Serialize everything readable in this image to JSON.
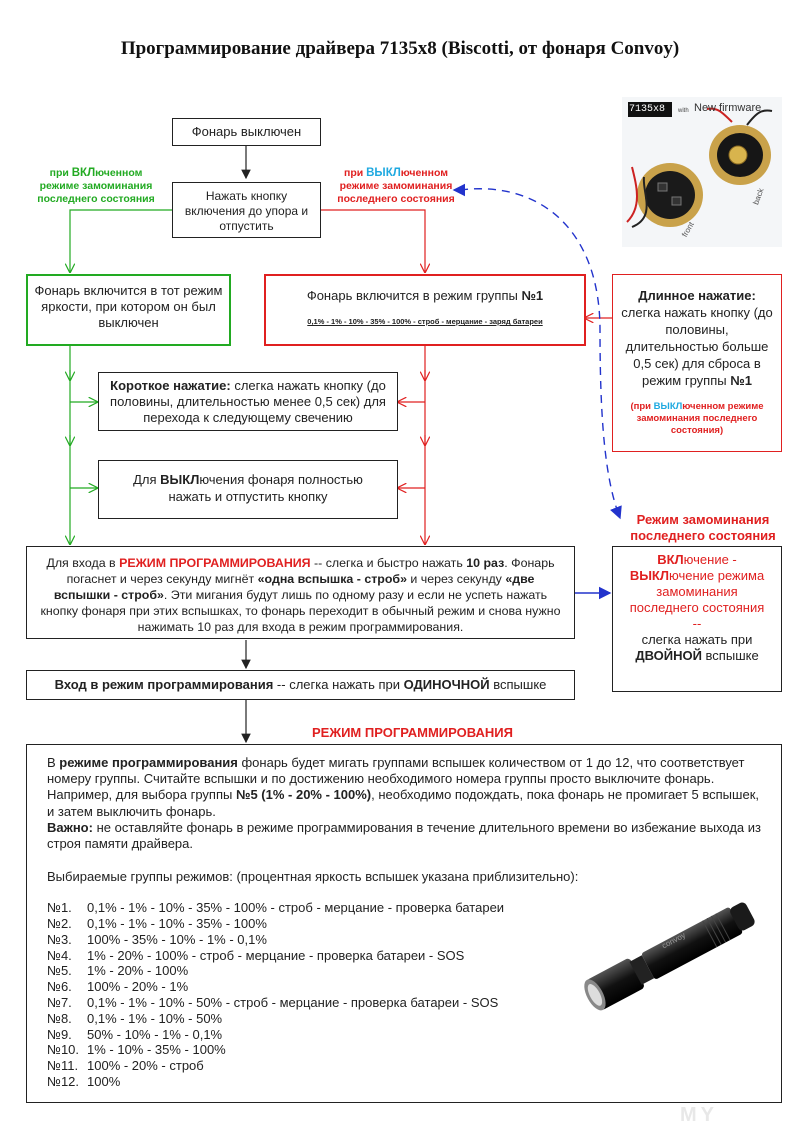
{
  "title": "Программирование драйвера 7135x8 (Biscotti, от фонаря Convoy)",
  "photo": {
    "badge": "7135x8",
    "with": "with",
    "firmware": "New firmware",
    "front": "front",
    "back": "back"
  },
  "box_off": "Фонарь выключен",
  "box_press": "Нажать кнопку включения до упора и отпустить",
  "label_on_mem": {
    "pre": "при ",
    "hl": "ВКЛ",
    "post": "юченном",
    "line2": "режиме замоминания",
    "line3": "последнего состояния"
  },
  "label_off_mem": {
    "pre": "при ",
    "hl": "ВЫКЛ",
    "post": "юченном",
    "line2": "режиме замоминания",
    "line3": "последнего состояния"
  },
  "box_green": "Фонарь включится в тот режим яркости, при котором он был выключен",
  "box_red": {
    "text": "Фонарь включится в режим группы ",
    "num": "№1",
    "modes": "0,1% - 1% - 10% - 35% - 100% - строб - мерцание - заряд батареи"
  },
  "box_long": {
    "head": "Длинное нажатие:",
    "text": " слегка нажать кнопку (до половины, длительностью больше 0,5 сек) для сброса в режим группы ",
    "num": "№1",
    "note_pre": "(при ",
    "note_hl": "ВЫКЛ",
    "note_post": "юченном режиме замоминания последнего состояния)"
  },
  "box_short": {
    "head": "Короткое нажатие:",
    "text": " слегка нажать кнопку (до половины, длительностью менее 0,5 сек) для перехода к следующему свечению"
  },
  "box_turnoff": {
    "pre": "Для ",
    "hl": "ВЫКЛ",
    "post": "ючения фонаря полностью нажать и отпустить кнопку"
  },
  "mem_mode_label": "Режим замоминания последнего состояния",
  "box_prog": {
    "p1": "Для входа в ",
    "p1_red": "РЕЖИМ ПРОГРАММИРОВАНИЯ",
    "p2": " -- слегка и быстро нажать ",
    "p2_b": "10 раз",
    "p3": ". Фонарь погаснет и через секунду мигнёт ",
    "p3_b": "«одна вспышка - строб»",
    "p4": " и через секунду ",
    "p4_b": "«две вспышки - строб»",
    "p5": ". Эти мигания будут лишь по одному разу и если не успеть нажать кнопку фонаря при этих вспышках, то фонарь переходит в обычный режим и снова нужно нажимать 10 раз для входа в режим программирования."
  },
  "box_toggle": {
    "l1": "ВКЛ",
    "l1b": "ючение -",
    "l2": "ВЫКЛ",
    "l2b": "ючение режима",
    "l3": "замоминания",
    "l4": "последнего состояния",
    "l5": "--",
    "l6": "слегка нажать при",
    "l7": "ДВОЙНОЙ",
    "l7b": " вспышке"
  },
  "box_enter": {
    "head": "Вход в режим программирования",
    "text": " -- слегка нажать при ",
    "b": "ОДИНОЧНОЙ",
    "tail": " вспышке"
  },
  "prog_header": "РЕЖИМ ПРОГРАММИРОВАНИЯ",
  "main": {
    "p1a": "В ",
    "p1b": "режиме программирования",
    "p1c": " фонарь будет мигать группами вспышек количеством от 1 до 12, что соответствует номеру группы. Считайте вспышки и по достижению необходимого номера группы просто выключите фонарь. Например, для выбора группы ",
    "p1d": "№5 (1% - 20% - 100%)",
    "p1e": ", необходимо подождать, пока фонарь не промигает 5 вспышек, и затем выключить фонарь.",
    "imp_b": "Важно:",
    "imp": " не оставляйте фонарь в режиме программирования в течение длительного времени во избежание выхода из строя памяти драйвера.",
    "groups_title": "Выбираемые группы режимов: (процентная яркость вспышек указана приблизительно):",
    "groups": [
      {
        "n": "№1.",
        "t": "0,1% - 1% - 10% - 35% - 100% - строб - мерцание - проверка батареи"
      },
      {
        "n": "№2.",
        "t": "0,1% - 1% - 10% - 35% - 100%"
      },
      {
        "n": "№3.",
        "t": "100% - 35% - 10% - 1% - 0,1%"
      },
      {
        "n": "№4.",
        "t": "1% - 20% - 100% - строб - мерцание - проверка батареи - SOS"
      },
      {
        "n": "№5.",
        "t": "1% - 20% - 100%"
      },
      {
        "n": "№6.",
        "t": "100% - 20% - 1%"
      },
      {
        "n": "№7.",
        "t": "0,1% - 1% - 10% - 50% - строб - мерцание - проверка батареи - SOS"
      },
      {
        "n": "№8.",
        "t": "0,1% - 1% - 10% - 50%"
      },
      {
        "n": "№9.",
        "t": "50% - 10% - 1% - 0,1%"
      },
      {
        "n": "№10.",
        "t": "1% - 10% - 35% - 100%"
      },
      {
        "n": "№11.",
        "t": "100% - 20% - строб"
      },
      {
        "n": "№12.",
        "t": "100%"
      }
    ]
  },
  "flashlight_label": "convoy",
  "watermark": "MY",
  "colors": {
    "red": "#e02020",
    "green": "#22aa22",
    "cyan": "#1fa9e0",
    "blue_arrow": "#2233cc"
  }
}
